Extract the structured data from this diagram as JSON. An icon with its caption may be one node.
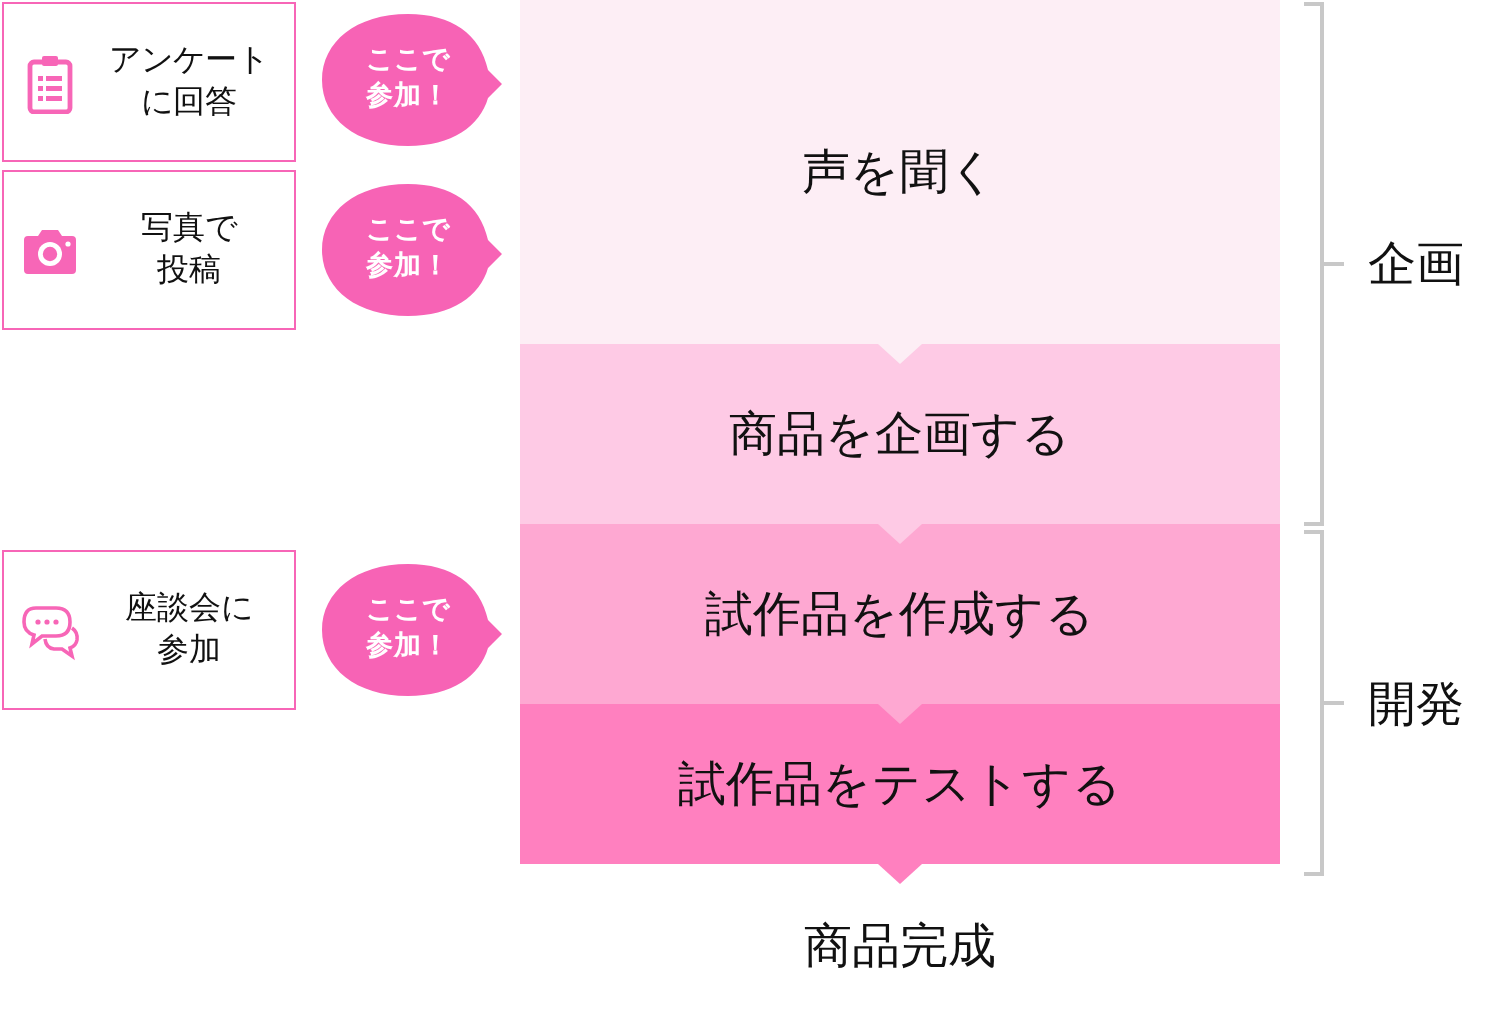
{
  "diagram": {
    "nodes": [
      {
        "text": [
          "アンケートに回答"
        ]
      },
      {
        "text": [
          "ここで参加！"
        ]
      },
      {
        "text": [
          "写真で投稿"
        ]
      },
      {
        "text": [
          "ここで参加！"
        ]
      },
      {
        "text": [
          "座談会に参加"
        ]
      },
      {
        "text": [
          "ここで参加！"
        ]
      },
      {
        "text": [
          "声を聞く"
        ]
      },
      {
        "text": [
          "商品を企画する"
        ]
      },
      {
        "text": [
          "試作品を作成する"
        ]
      },
      {
        "text": [
          "試作品をテストする"
        ]
      },
      {
        "text": [
          "商品完成"
        ]
      }
    ],
    "edges": [
      {
        "from": 6,
        "to": 7,
        "arrow": "to"
      },
      {
        "from": 7,
        "to": 8,
        "arrow": "to"
      },
      {
        "from": 8,
        "to": 9,
        "arrow": "to"
      },
      {
        "from": 9,
        "to": 10,
        "arrow": "to"
      }
    ],
    "labels": [
      "企画",
      "開発"
    ]
  }
}
